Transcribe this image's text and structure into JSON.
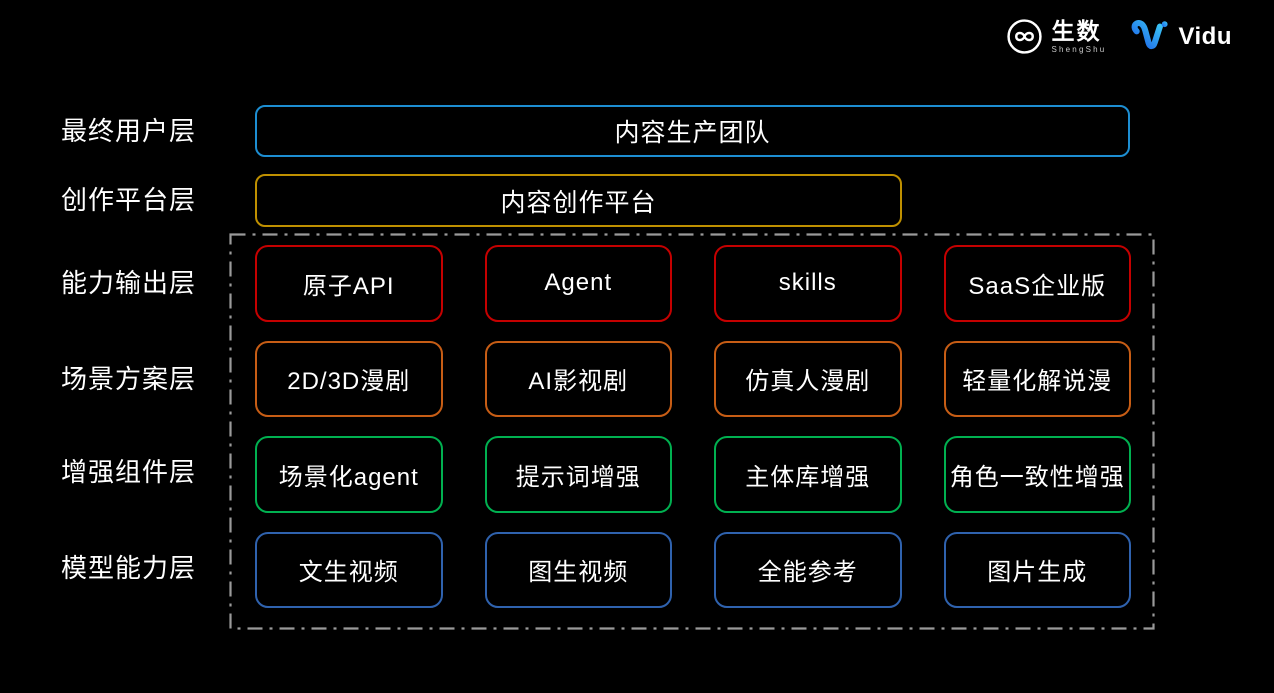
{
  "brand": {
    "shengshu": {
      "name": "生数",
      "subtitle": "ShengShu"
    },
    "vidu": {
      "name": "Vidu",
      "gradient_start": "#1b5fe8",
      "gradient_end": "#3cc8f5"
    }
  },
  "colors": {
    "background": "#000000",
    "dashed_border": "#9a9a9a",
    "text": "#ffffff"
  },
  "layers": [
    {
      "label": "最终用户层",
      "accent": "#1d8ed2",
      "boxes": [
        "内容生产团队"
      ]
    },
    {
      "label": "创作平台层",
      "accent": "#bf9000",
      "boxes": [
        "内容创作平台"
      ]
    },
    {
      "label": "能力输出层",
      "accent": "#c50000",
      "boxes": [
        "原子API",
        "Agent",
        "skills",
        "SaaS企业版"
      ]
    },
    {
      "label": "场景方案层",
      "accent": "#c75d15",
      "boxes": [
        "2D/3D漫剧",
        "AI影视剧",
        "仿真人漫剧",
        "轻量化解说漫"
      ]
    },
    {
      "label": "增强组件层",
      "accent": "#00b050",
      "boxes": [
        "场景化agent",
        "提示词增强",
        "主体库增强",
        "角色一致性增强"
      ]
    },
    {
      "label": "模型能力层",
      "accent": "#2f62ae",
      "boxes": [
        "文生视频",
        "图生视频",
        "全能参考",
        "图片生成"
      ]
    }
  ]
}
